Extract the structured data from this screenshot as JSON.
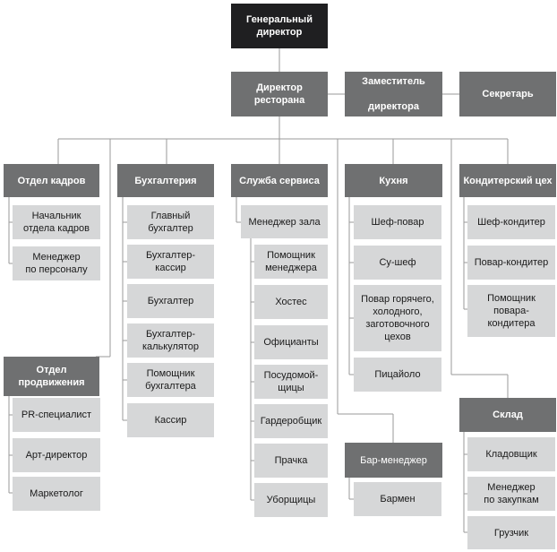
{
  "top": {
    "general_director": "Генеральный\nдиректор",
    "restaurant_director": "Директор\nресторана",
    "deputy_director": "Заместитель\n\nдиректора",
    "secretary": "Секретарь"
  },
  "departments": {
    "hr": {
      "title": "Отдел кадров",
      "items": [
        "Начальник\nотдела кадров",
        "Менеджер\nпо персоналу"
      ]
    },
    "promotion": {
      "title": "Отдел\nпродвижения",
      "items": [
        "PR-специалист",
        "Арт-директор",
        "Маркетолог"
      ]
    },
    "accounting": {
      "title": "Бухгалтерия",
      "items": [
        "Главный\nбухгалтер",
        "Бухгалтер-\nкассир",
        "Бухгалтер",
        "Бухгалтер-\nкалькулятор",
        "Помощник\nбухгалтера",
        "Кассир"
      ]
    },
    "service": {
      "title": "Служба сервиса",
      "manager": "Менеджер зала",
      "items": [
        "Помощник\nменеджера",
        "Хостес",
        "Официанты",
        "Посудомой-\nщицы",
        "Гардеробщик",
        "Прачка",
        "Уборщицы"
      ]
    },
    "kitchen": {
      "title": "Кухня",
      "items": [
        "Шеф-повар",
        "Су-шеф",
        "Повар горячего,\nхолодного,\nзаготовочного\nцехов",
        "Пицайоло"
      ]
    },
    "bar": {
      "title": "Бар-менеджер",
      "items": [
        "Бармен"
      ]
    },
    "confectionery": {
      "title": "Кондитерский цех",
      "items": [
        "Шеф-кондитер",
        "Повар-кондитер",
        "Помощник\nповара-\nкондитера"
      ]
    },
    "warehouse": {
      "title": "Склад",
      "items": [
        "Кладовщик",
        "Менеджер\nпо закупкам",
        "Грузчик"
      ]
    }
  },
  "colors": {
    "black_box": "#1f1f21",
    "dark_box": "#6f7071",
    "light_box": "#d6d7d8",
    "line": "#9a9a9a"
  }
}
